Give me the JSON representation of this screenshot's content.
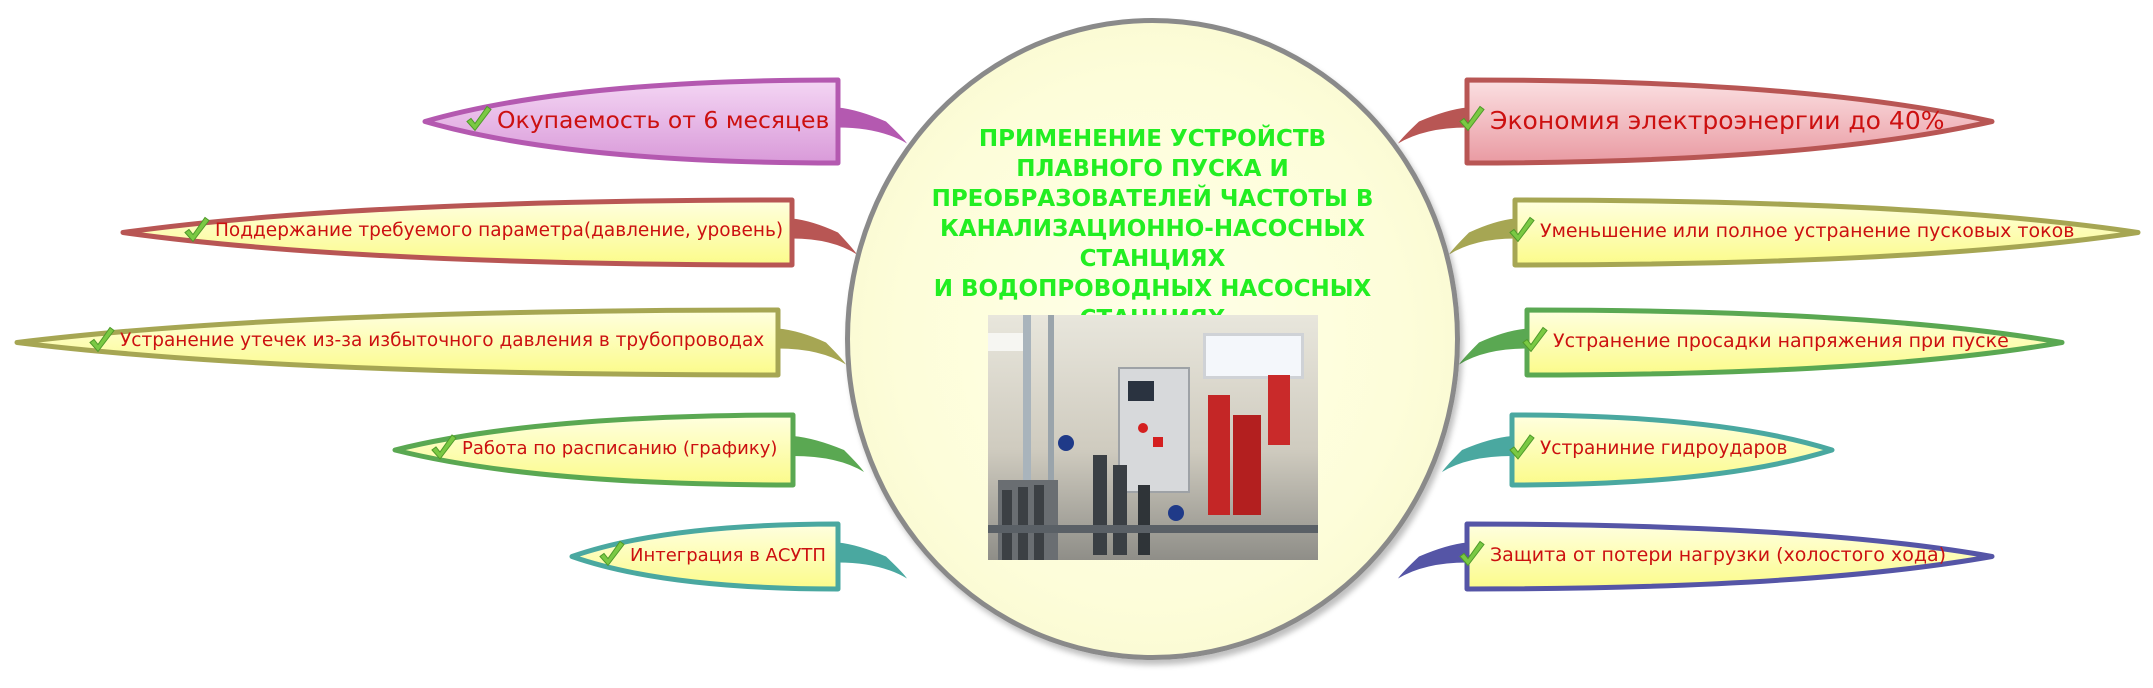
{
  "center": {
    "title": "ПРИМЕНЕНИЕ УСТРОЙСТВ ПЛАВНОГО ПУСКА И ПРЕОБРАЗОВАТЕЛЕЙ ЧАСТОТЫ В КАНАЛИЗАЦИОННО-НАСОСНЫХ СТАНЦИЯХ И ВОДОПРОВОДНЫХ НАСОСНЫХ СТАНЦИЯХ",
    "title_color": "#22ee22",
    "image": "pump-station-photo"
  },
  "branches_left": [
    {
      "label": "Окупаемость от 6 месяцев",
      "border": "#b459b0",
      "fill": "#e6b4e6"
    },
    {
      "label": "Поддержание требуемого параметра(давление, уровень)",
      "border": "#b85654",
      "fill": "#ffff99"
    },
    {
      "label": "Устранение утечек из-за избыточного давления в трубопроводах",
      "border": "#a6a653",
      "fill": "#ffff99"
    },
    {
      "label": "Работа по расписанию (графику)",
      "border": "#5aa852",
      "fill": "#ffff99"
    },
    {
      "label": "Интеграция в АСУТП",
      "border": "#4aa8a0",
      "fill": "#ffff99"
    }
  ],
  "branches_right": [
    {
      "label": "Экономия электроэнергии до 40%",
      "border": "#b85654",
      "fill": "#f0bcc0"
    },
    {
      "label": "Уменьшение или полное устранение пусковых токов",
      "border": "#a6a653",
      "fill": "#ffff99"
    },
    {
      "label": "Устранение просадки напряжения при пуске",
      "border": "#5aa852",
      "fill": "#ffff99"
    },
    {
      "label": "Устраниние гидроударов",
      "border": "#4aa8a0",
      "fill": "#ffff99"
    },
    {
      "label": "Защита от потери нагрузки (холостого хода)",
      "border": "#5555a6",
      "fill": "#ffff99"
    }
  ],
  "colors": {
    "label_text": "#cc1010",
    "hub_border": "#8a8a8a",
    "check": "#7ac943"
  },
  "icons": [
    "check-icon"
  ]
}
